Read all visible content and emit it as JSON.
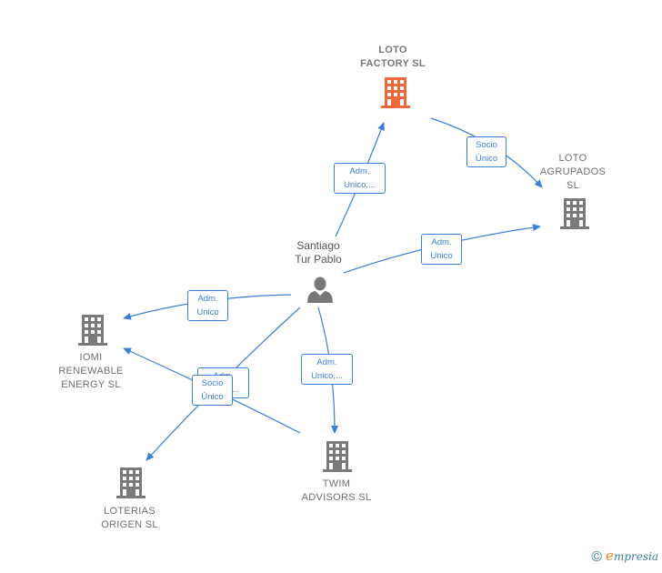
{
  "colors": {
    "edge": "#3b7fd6",
    "building": "#7a7a7a",
    "main_building": "#f0673a",
    "person": "#777777"
  },
  "nodes": {
    "loto_factory": {
      "label": "LOTO\nFACTORY  SL",
      "icon": "building-icon",
      "highlight": true
    },
    "loto_agrupados": {
      "label": "LOTO\nAGRUPADOS\nSL",
      "icon": "building-icon"
    },
    "santiago": {
      "label": "Santiago\nTur Pablo",
      "icon": "person-icon"
    },
    "iomi": {
      "label": "IOMI\nRENEWABLE\nENERGY  SL",
      "icon": "building-icon"
    },
    "twim": {
      "label": "TWIM\nADVISORS SL",
      "icon": "building-icon"
    },
    "loterias": {
      "label": "LOTERIAS\nORIGEN  SL",
      "icon": "building-icon"
    }
  },
  "edges": {
    "santiago_loto_factory": "Adm.\nUnico,...",
    "loto_factory_agrupados": "Socio\nÚnico",
    "santiago_agrupados": "Adm.\nUnico",
    "santiago_iomi": "Adm.\nUnico",
    "santiago_twim": "Adm.\nUnico,...",
    "santiago_loterias": "Adm.\nUnico,...",
    "twim_iomi": "Socio\nÚnico"
  },
  "footer": {
    "copyright": "©",
    "brand_first": "e",
    "brand_rest": "mpresia"
  }
}
